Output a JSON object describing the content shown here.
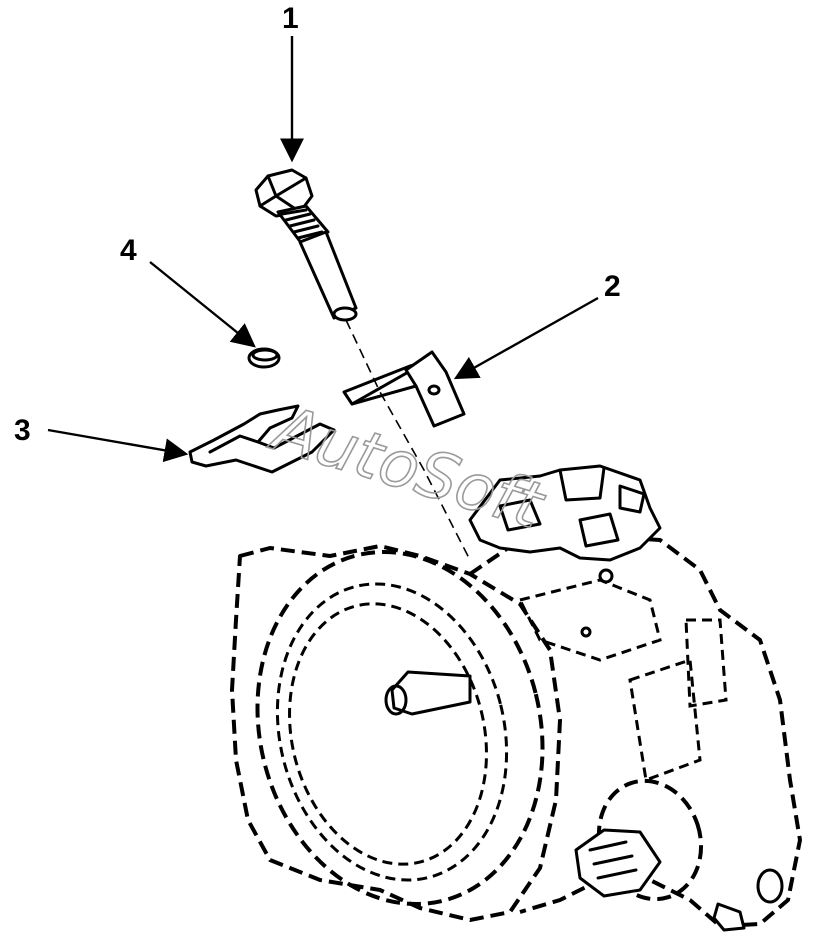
{
  "diagram": {
    "callouts": [
      {
        "id": "1",
        "label": "1",
        "part": "bolt"
      },
      {
        "id": "2",
        "label": "2",
        "part": "bracket"
      },
      {
        "id": "3",
        "label": "3",
        "part": "clip"
      },
      {
        "id": "4",
        "label": "4",
        "part": "washer"
      }
    ],
    "watermark": "AutoSoft",
    "colors": {
      "ink": "#000000",
      "background": "#ffffff",
      "watermark": "#9a9a9a"
    }
  }
}
